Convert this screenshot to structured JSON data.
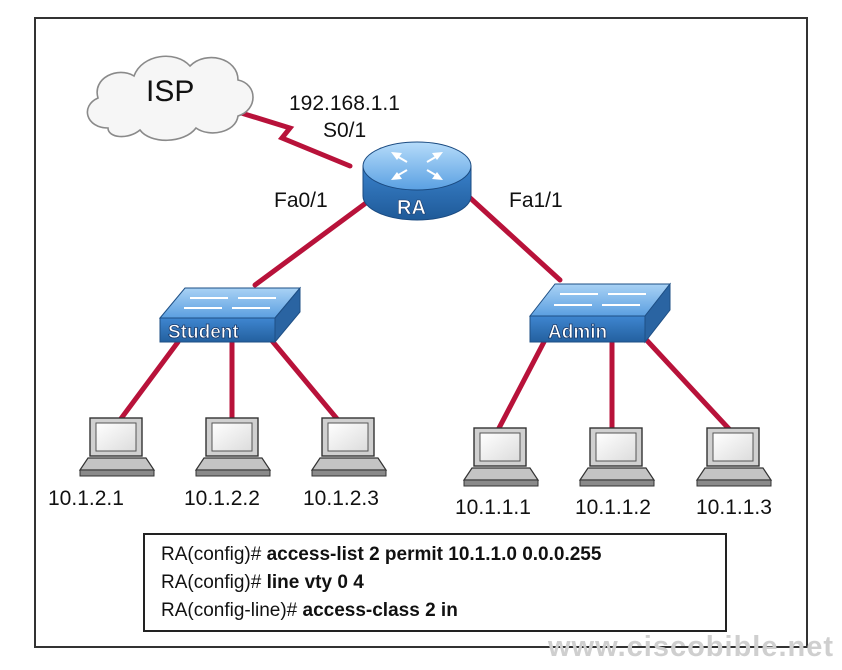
{
  "cloud": {
    "label": "ISP"
  },
  "router": {
    "label": "RA",
    "serial_ip": "192.168.1.1",
    "serial_if": "S0/1"
  },
  "interfaces": {
    "left": "Fa0/1",
    "right": "Fa1/1"
  },
  "switches": [
    {
      "label": "Student"
    },
    {
      "label": "Admin"
    }
  ],
  "hosts": [
    {
      "ip": "10.1.2.1"
    },
    {
      "ip": "10.1.2.2"
    },
    {
      "ip": "10.1.2.3"
    },
    {
      "ip": "10.1.1.1"
    },
    {
      "ip": "10.1.1.2"
    },
    {
      "ip": "10.1.1.3"
    }
  ],
  "commands": [
    {
      "prompt": "RA(config)#",
      "cmd": " access-list 2 permit 10.1.1.0 0.0.0.255"
    },
    {
      "prompt": "RA(config)#",
      "cmd": " line vty 0 4"
    },
    {
      "prompt": "RA(config-line)#",
      "cmd": " access-class 2 in"
    }
  ],
  "watermark": "www.ciscobible.net",
  "colors": {
    "link": "#b8123a",
    "switch": "#4b90d6",
    "router": "#3f86cf"
  }
}
